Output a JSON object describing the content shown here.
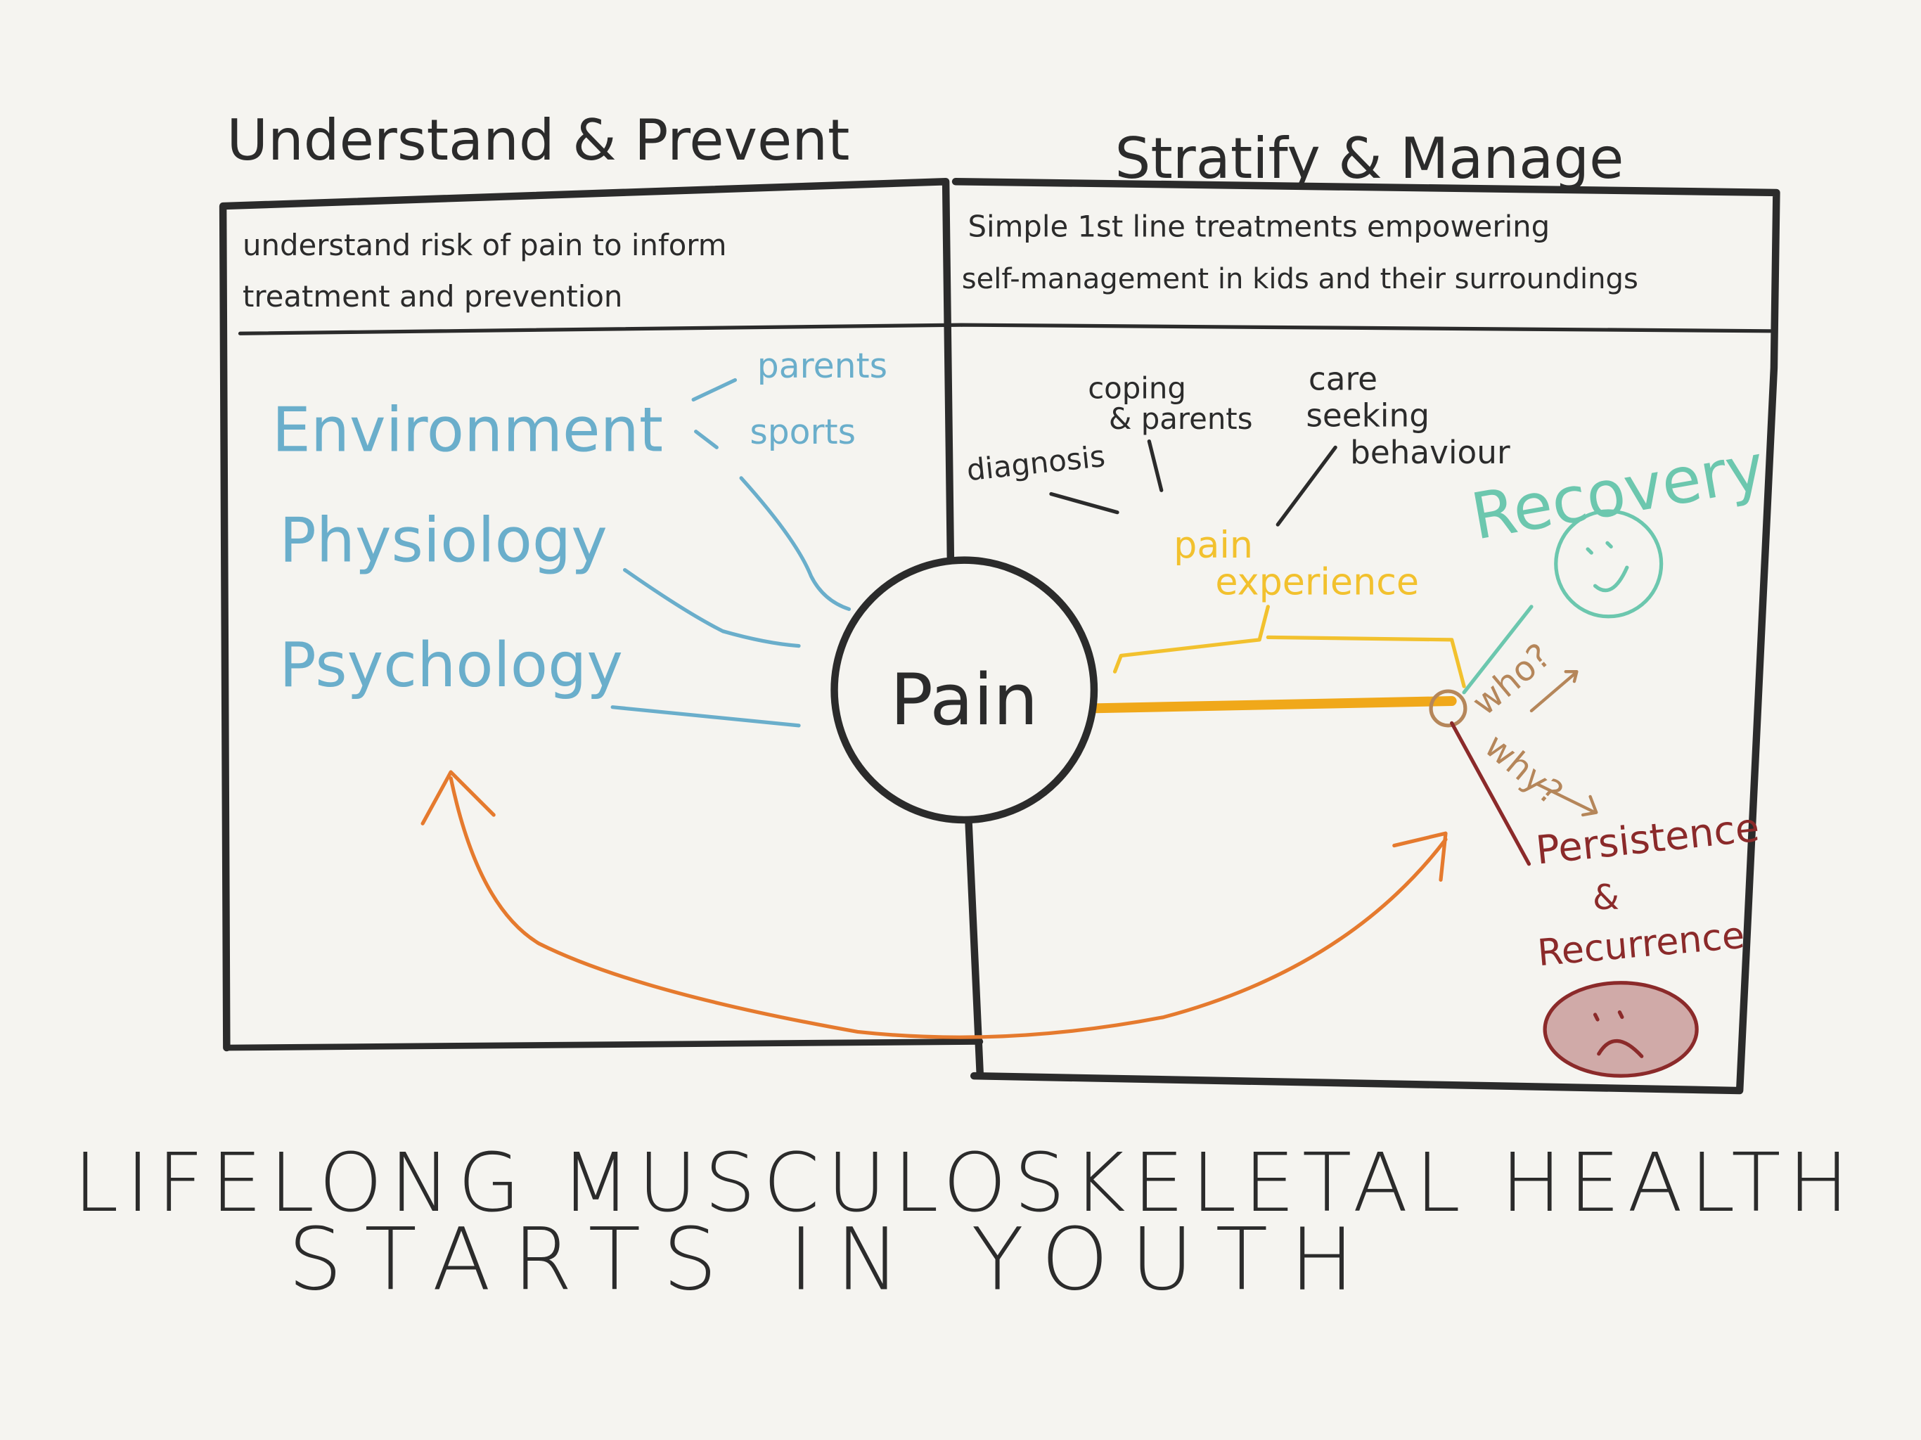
{
  "left_panel": {
    "title": "Understand & Prevent",
    "description_line1": "understand risk of pain to inform",
    "description_line2": "treatment and prevention",
    "factors": [
      "Environment",
      "Physiology",
      "Psychology"
    ],
    "environment_subfactors": [
      "parents",
      "sports"
    ]
  },
  "right_panel": {
    "title": "Stratify & Manage",
    "description_line1": "Simple 1st line treatments empowering",
    "description_line2": "self-management in kids and their surroundings",
    "factors": [
      "diagnosis",
      "coping",
      "& parents",
      "care",
      "seeking",
      "behaviour"
    ],
    "pain_experience": [
      "pain",
      "experience"
    ],
    "recovery": "Recovery",
    "who": "who?",
    "why": "why?",
    "persistence": "Persistence",
    "ampersand": "&",
    "recurrence": "Recurrence"
  },
  "center": {
    "label": "Pain"
  },
  "footer": {
    "line1": "LIFELONG MUSCULOSKELETAL HEALTH",
    "line2": "STARTS IN YOUTH"
  },
  "colors": {
    "ink": "#2b2b2b",
    "blue": "#6aaecb",
    "yellow": "#f2c12e",
    "orange_bar": "#f0a81a",
    "orange_arrow": "#e57a2e",
    "teal": "#6cc7ae",
    "brown": "#b5865a",
    "maroon": "#8b2a2a"
  }
}
